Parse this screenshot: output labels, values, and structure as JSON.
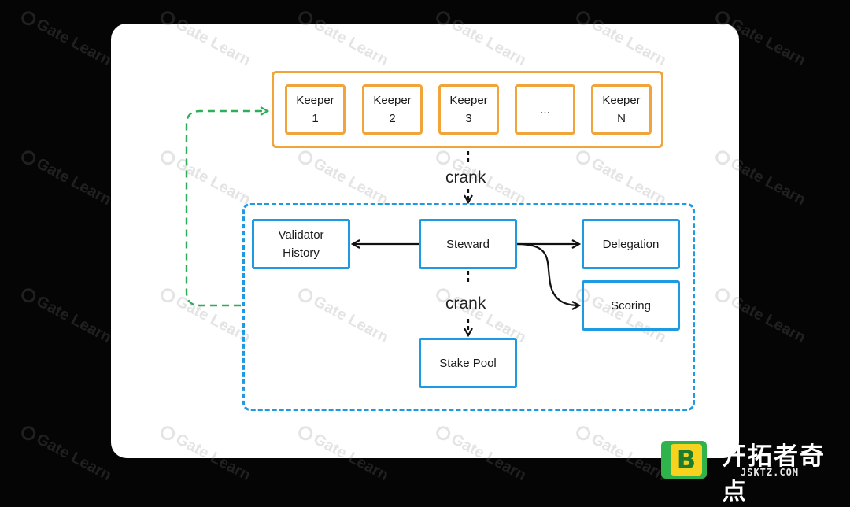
{
  "diagram": {
    "keepers": [
      {
        "label": "Keeper\n1"
      },
      {
        "label": "Keeper\n2"
      },
      {
        "label": "Keeper\n3"
      },
      {
        "label": "..."
      },
      {
        "label": "Keeper\nN"
      }
    ],
    "nodes": {
      "validator_history": "Validator\nHistory",
      "steward": "Steward",
      "delegation": "Delegation",
      "scoring": "Scoring",
      "stake_pool": "Stake Pool"
    },
    "edge_labels": {
      "keepers_to_steward": "crank",
      "steward_to_stake_pool": "crank"
    },
    "colors": {
      "keeper_border": "#f0a43a",
      "program_border": "#1e9ae3",
      "feedback_arrow": "#2fae5a",
      "arrow": "#111111"
    }
  },
  "watermark": {
    "text": "Gate Learn"
  },
  "logo": {
    "name": "开拓者奇点",
    "url": "JSKTZ.COM",
    "mark_letter": "B"
  }
}
